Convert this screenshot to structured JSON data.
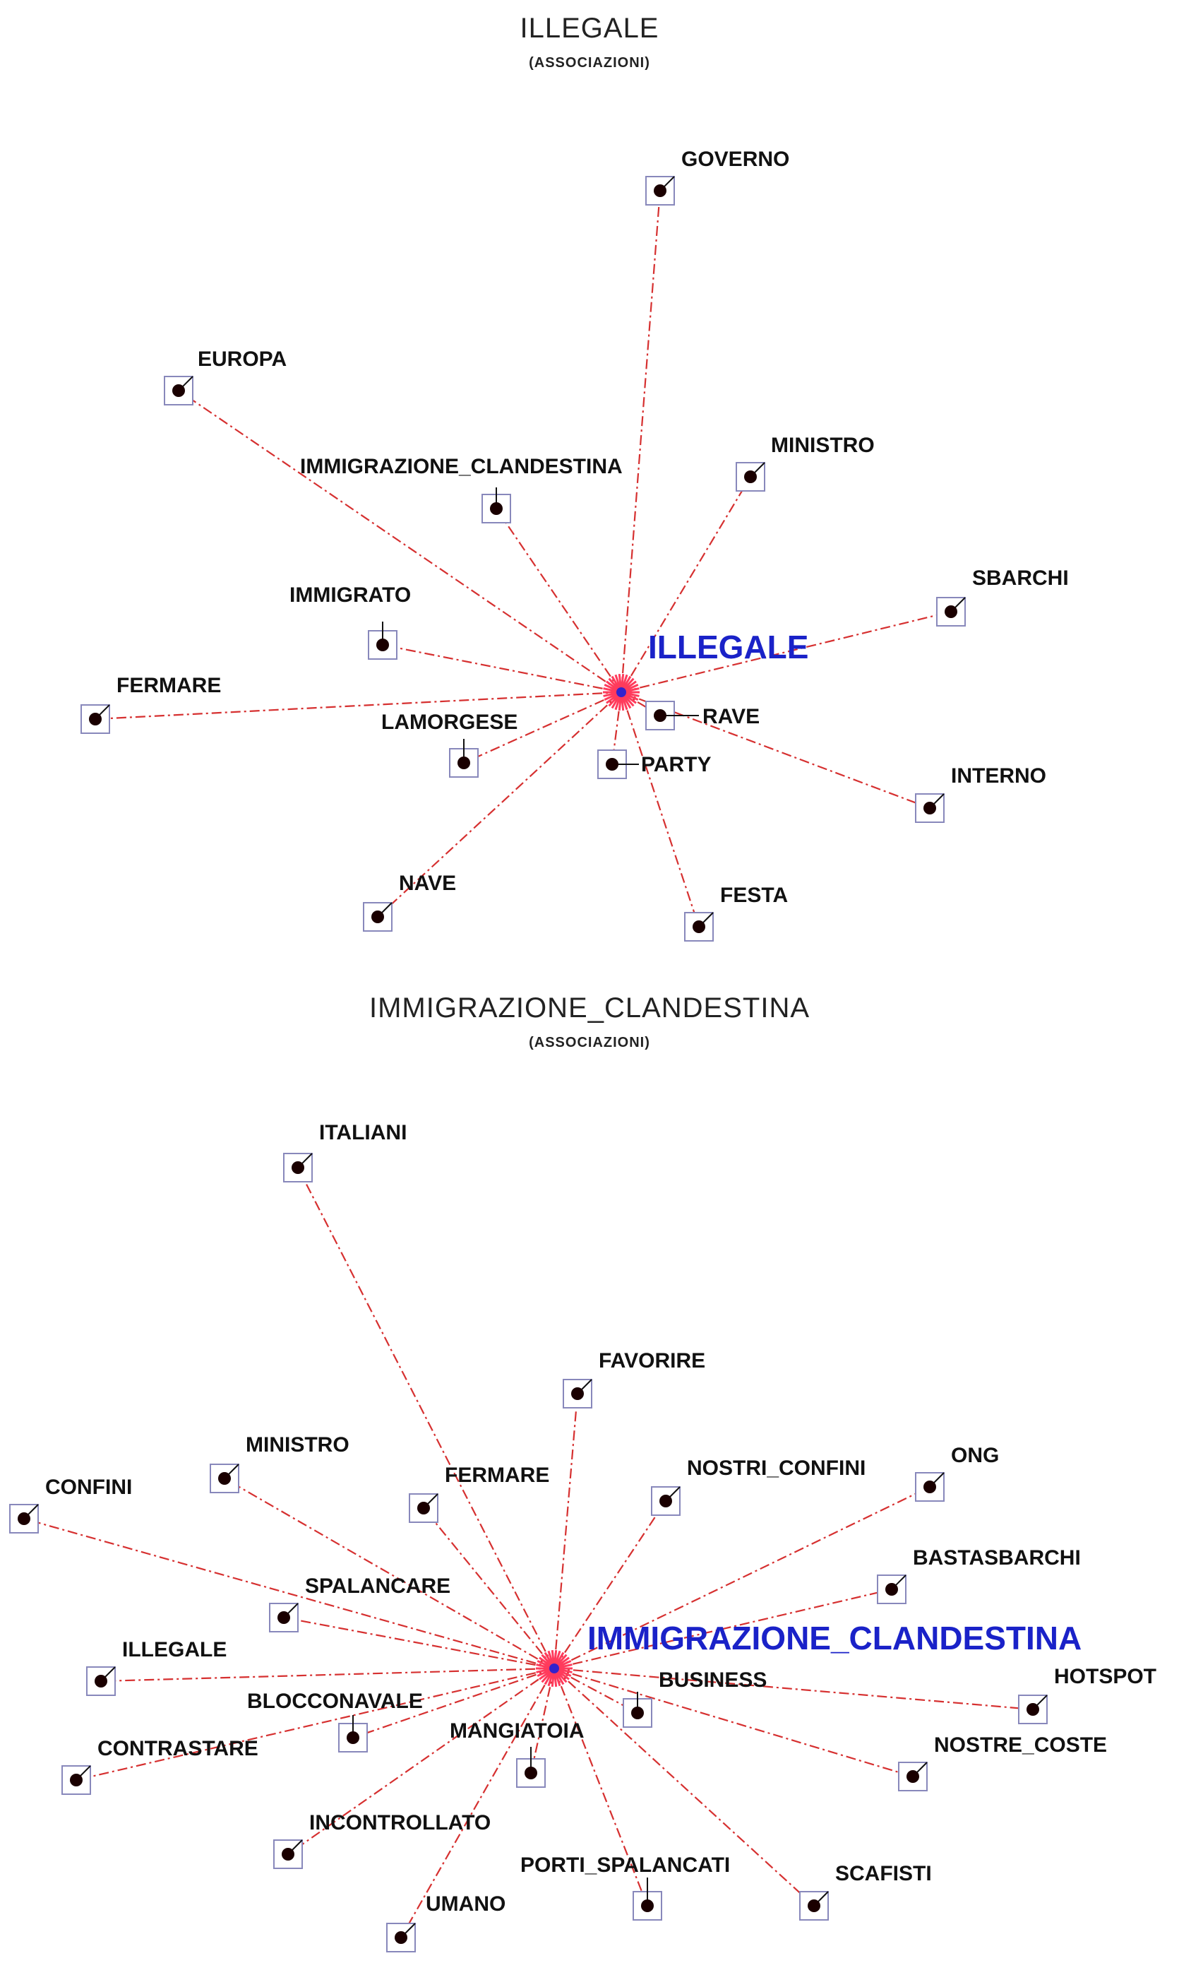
{
  "colors": {
    "edge": "#d63030",
    "center_label": "#1a22c8",
    "burst": "#ff3b5c",
    "node_box": "#8888bb"
  },
  "diagrams": [
    {
      "title": "ILLEGALE",
      "subtitle": "(ASSOCIAZIONI)",
      "center": "ILLEGALE",
      "nodes": [
        "GOVERNO",
        "EUROPA",
        "MINISTRO",
        "IMMIGRAZIONE_CLANDESTINA",
        "SBARCHI",
        "IMMIGRATO",
        "FERMARE",
        "LAMORGESE",
        "RAVE",
        "PARTY",
        "INTERNO",
        "NAVE",
        "FESTA"
      ]
    },
    {
      "title": "IMMIGRAZIONE_CLANDESTINA",
      "subtitle": "(ASSOCIAZIONI)",
      "center": "IMMIGRAZIONE_CLANDESTINA",
      "nodes": [
        "ITALIANI",
        "FAVORIRE",
        "MINISTRO",
        "FERMARE",
        "NOSTRI_CONFINI",
        "ONG",
        "CONFINI",
        "BASTASBARCHI",
        "SPALANCARE",
        "ILLEGALE",
        "BUSINESS",
        "HOTSPOT",
        "BLOCCONAVALE",
        "MANGIATOIA",
        "CONTRASTARE",
        "NOSTRE_COSTE",
        "INCONTROLLATO",
        "PORTI_SPALANCATI",
        "SCAFISTI",
        "UMANO"
      ]
    }
  ]
}
